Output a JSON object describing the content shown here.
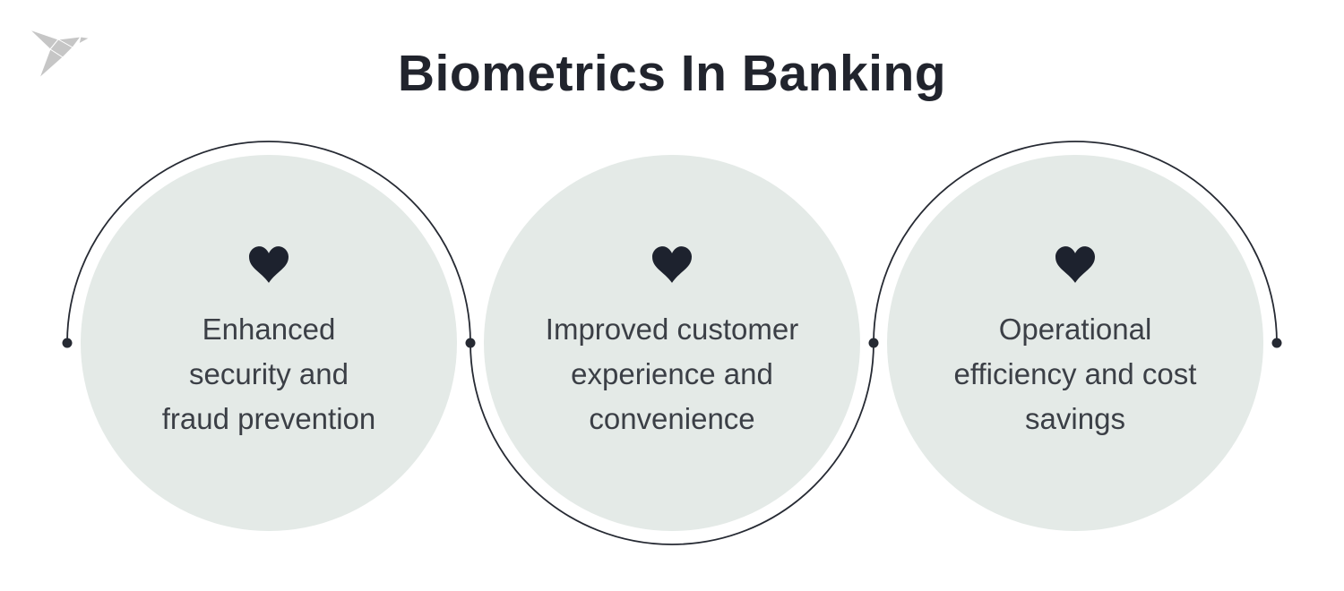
{
  "header": {
    "title": "Biometrics In Banking"
  },
  "logo": {
    "icon": "origami-bird-logo"
  },
  "items": [
    {
      "icon": "heart-icon",
      "lines": [
        "Enhanced",
        "security and",
        "fraud prevention"
      ]
    },
    {
      "icon": "heart-icon",
      "lines": [
        "Improved customer",
        "experience and",
        "convenience"
      ]
    },
    {
      "icon": "heart-icon",
      "lines": [
        "Operational",
        "efficiency and cost",
        "savings"
      ]
    }
  ],
  "colors": {
    "background": "#ffffff",
    "title": "#21242d",
    "circle-fill": "#e4eae7",
    "body-text": "#3b3f46",
    "heart": "#1d222e",
    "connector": "#262a33",
    "logo": "#c6c6c6"
  }
}
